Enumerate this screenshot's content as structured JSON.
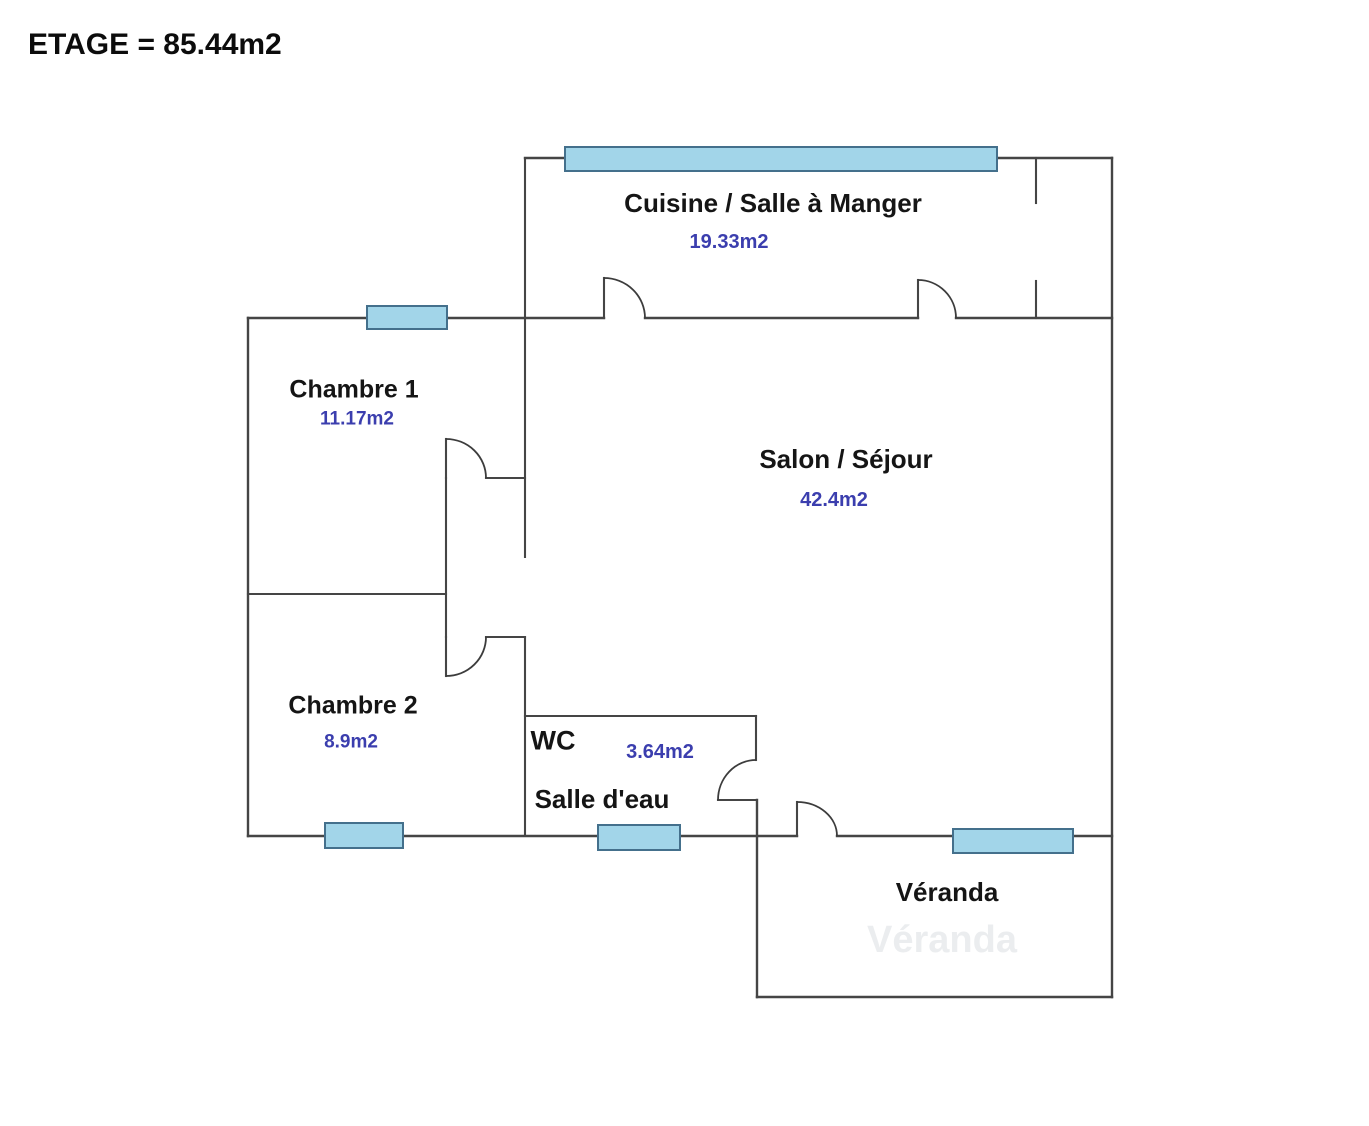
{
  "title": "ETAGE = 85.44m2",
  "colors": {
    "wall": "#454545",
    "window_fill": "#a2d5e9",
    "window_border": "#44708c",
    "area_text": "#3b3eae",
    "label_text": "#151515"
  },
  "rooms": {
    "cuisine": {
      "name": "Cuisine / Salle à Manger",
      "area": "19.33m2"
    },
    "chambre1": {
      "name": "Chambre 1",
      "area": "11.17m2"
    },
    "salon": {
      "name": "Salon / Séjour",
      "area": "42.4m2"
    },
    "chambre2": {
      "name": "Chambre 2",
      "area": "8.9m2"
    },
    "wc": {
      "name": "WC",
      "area": "3.64m2"
    },
    "salle_eau": {
      "name": "Salle d'eau"
    },
    "veranda": {
      "name": "Véranda"
    }
  }
}
